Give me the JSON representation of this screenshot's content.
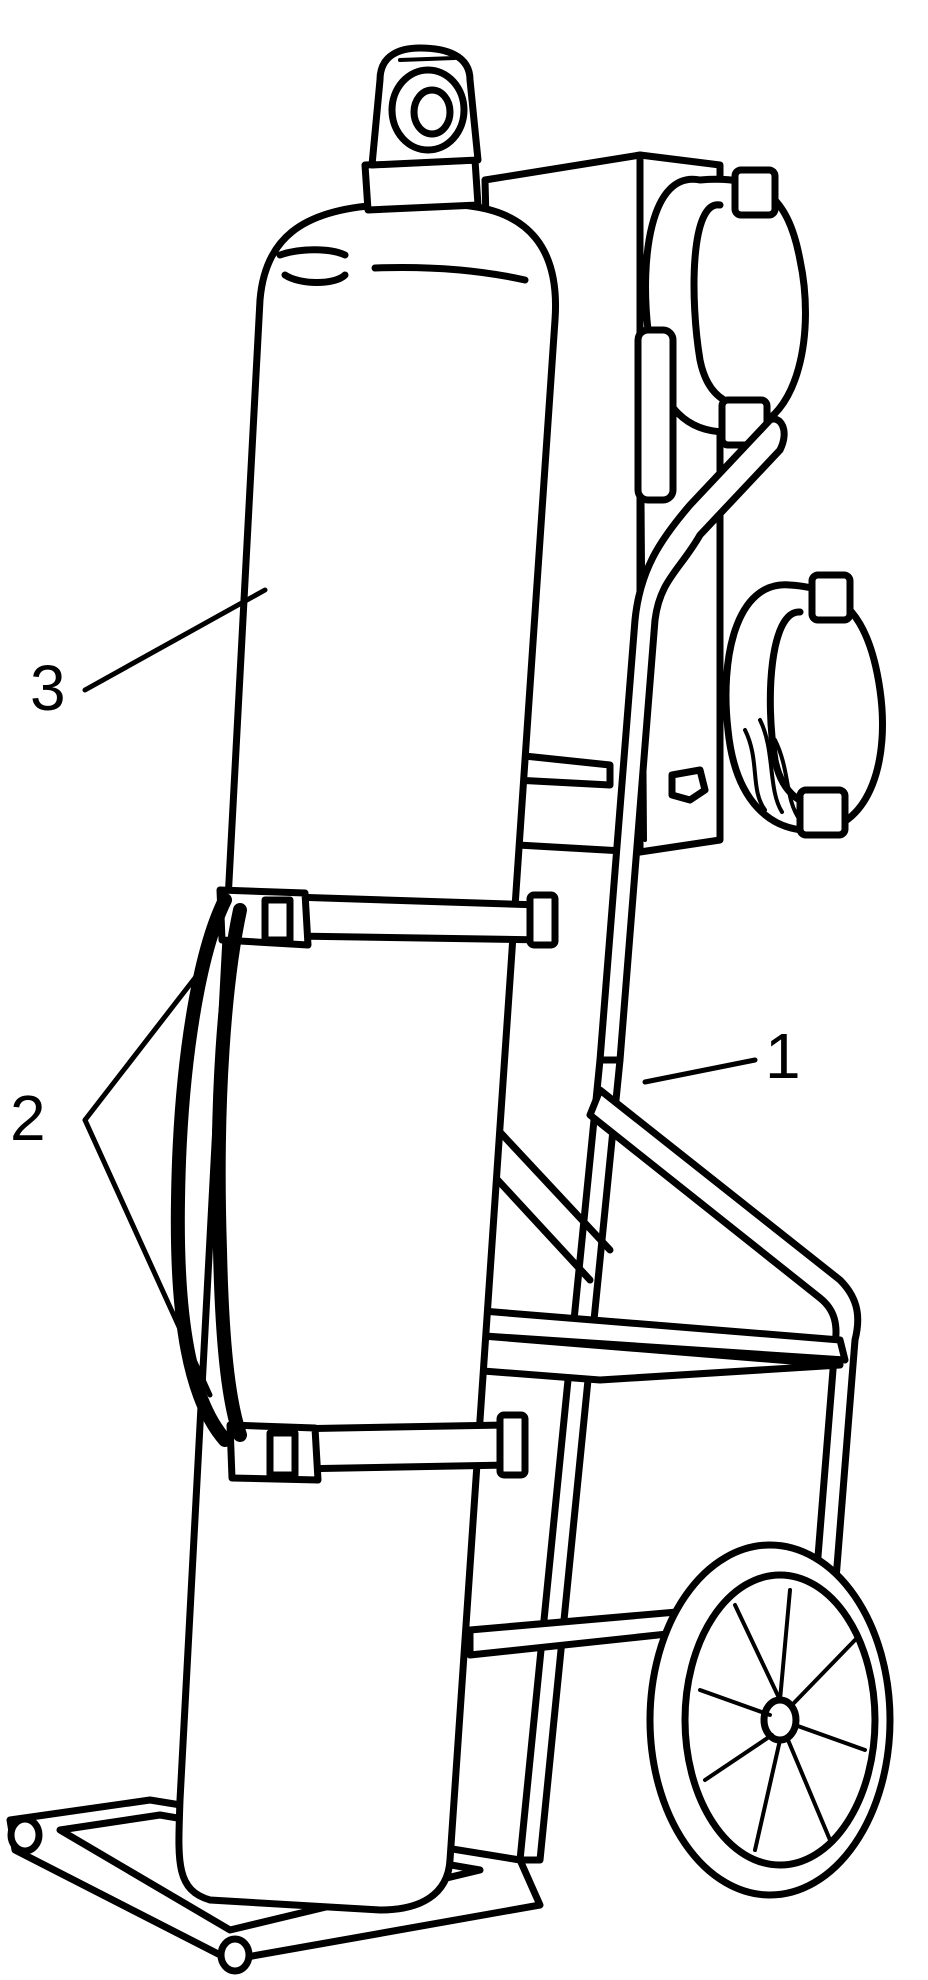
{
  "callouts": [
    {
      "id": "1",
      "text": "1"
    },
    {
      "id": "2",
      "text": "2"
    },
    {
      "id": "3",
      "text": "3"
    }
  ],
  "colors": {
    "ink": "#000000",
    "paper": "#ffffff"
  }
}
